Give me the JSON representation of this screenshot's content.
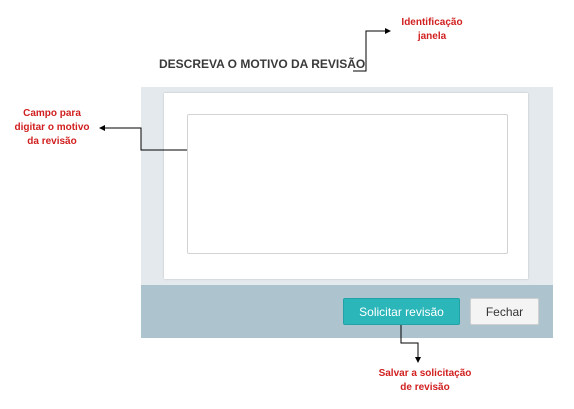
{
  "modal": {
    "title": "DESCREVA O MOTIVO DA REVISÃO",
    "reason_field": {
      "value": "",
      "placeholder": ""
    },
    "buttons": {
      "submit_label": "Solicitar revisão",
      "close_label": "Fechar"
    }
  },
  "annotations": {
    "window_id": [
      "Identificação",
      "janela"
    ],
    "field": [
      "Campo para",
      "digitar o motivo",
      "da revisão"
    ],
    "save": [
      "Salvar a solicitação",
      "de revisão"
    ]
  },
  "colors": {
    "annotation": "#d11f1f",
    "primary_button": "#2bb6ba",
    "footer": "#adc4cf",
    "body_bg": "#e3e9ed"
  }
}
